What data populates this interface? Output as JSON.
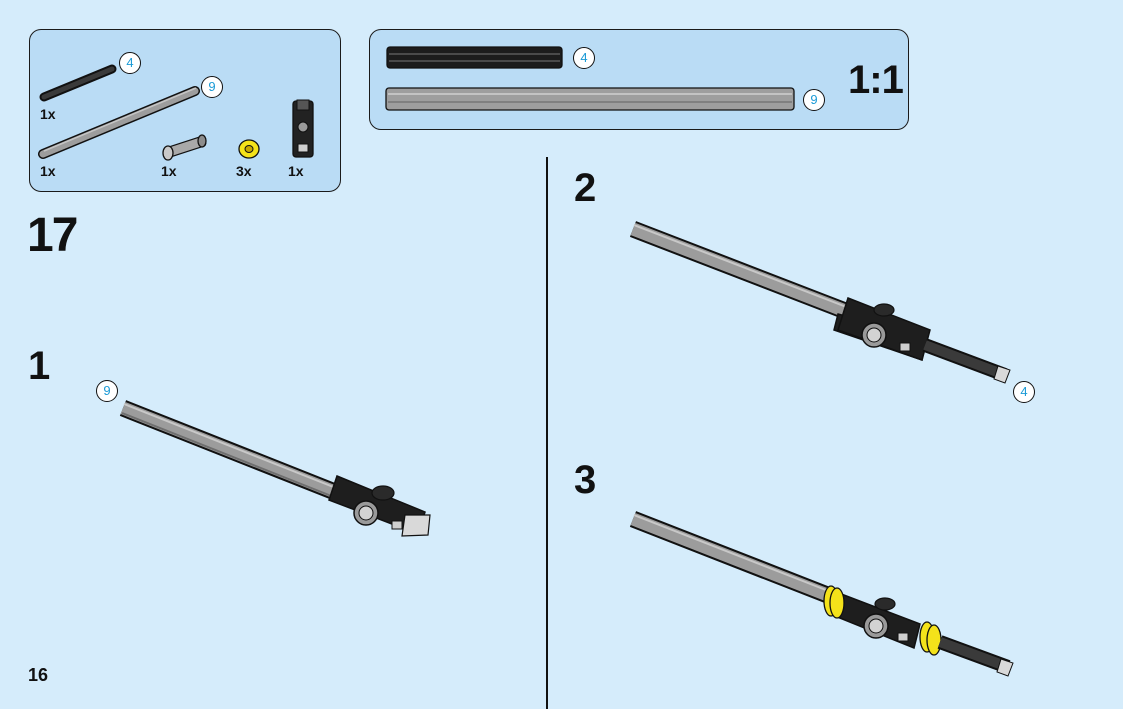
{
  "page": {
    "number": "16",
    "step": "17"
  },
  "parts": [
    {
      "qty": "1x",
      "callout": "4"
    },
    {
      "qty": "1x",
      "callout": "9"
    },
    {
      "qty": "1x"
    },
    {
      "qty": "3x"
    },
    {
      "qty": "1x"
    }
  ],
  "scale": {
    "ratio": "1:1",
    "axle_4": "4",
    "axle_9": "9"
  },
  "substeps": [
    {
      "number": "1",
      "callout": "9"
    },
    {
      "number": "2",
      "callout": "4"
    },
    {
      "number": "3"
    }
  ],
  "colors": {
    "background": "#d5ecfb",
    "panel": "#badcf5",
    "callout_text": "#1a9ad6",
    "axle_black": "#1c1c1c",
    "axle_grey": "#9a9a9a",
    "bush_yellow": "#f4e21a"
  }
}
